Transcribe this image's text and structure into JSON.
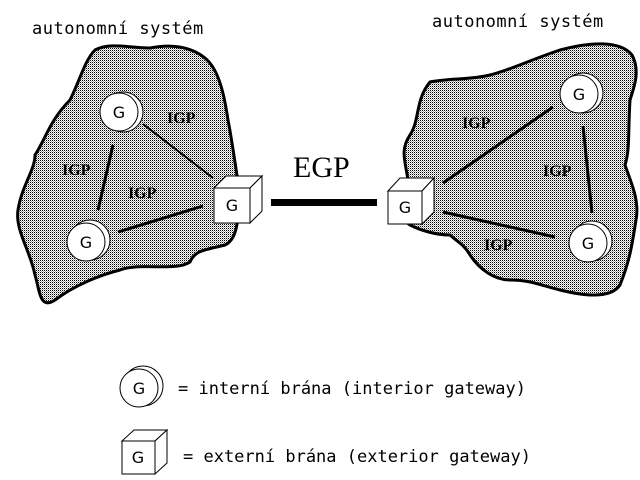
{
  "diagram": {
    "left_system": {
      "title": "autonomní systém",
      "gateways": {
        "interior_1": "G",
        "interior_2": "G",
        "exterior": "G"
      },
      "links": [
        "IGP",
        "IGP",
        "IGP"
      ]
    },
    "right_system": {
      "title": "autonomní systém",
      "gateways": {
        "interior_1": "G",
        "interior_2": "G",
        "exterior": "G"
      },
      "links": [
        "IGP",
        "IGP",
        "IGP"
      ]
    },
    "inter_link": "EGP"
  },
  "legend": {
    "interior": {
      "symbol": "G",
      "text": "= interní brána (interior gateway)"
    },
    "exterior": {
      "symbol": "G",
      "text": "= externí brána (exterior gateway)"
    }
  }
}
